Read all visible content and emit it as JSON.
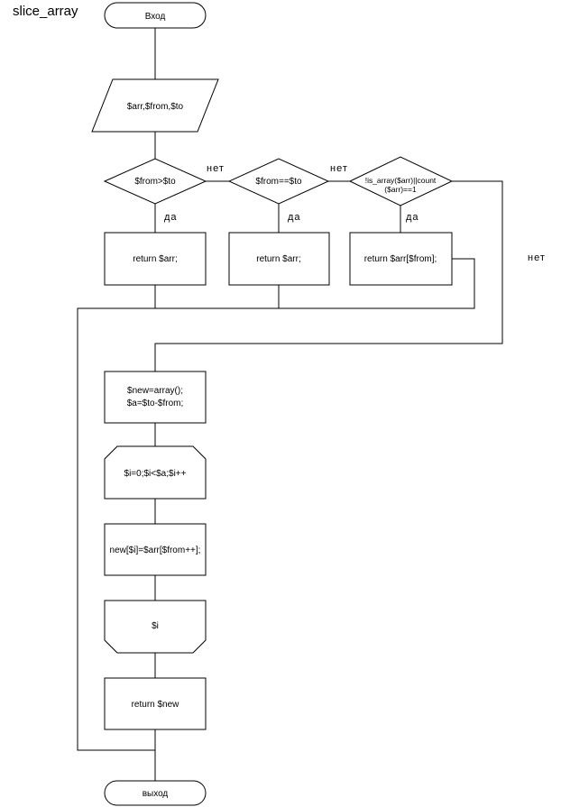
{
  "title": "slice_array",
  "nodes": {
    "start": "Вход",
    "input": "$arr,$from,$to",
    "cond1": "$from>$to",
    "cond2": "$from==$to",
    "cond3_line1": "!is_array($arr)||count",
    "cond3_line2": "($arr)==1",
    "ret1": "return $arr;",
    "ret2": "return $arr;",
    "ret3": "return $arr[$from];",
    "assign_line1": "$new=array();",
    "assign_line2": "$a=$to-$from;",
    "loop_start": "$i=0;$i<$a;$i++",
    "body": "new[$i]=$arr[$from++];",
    "loop_end": "$i",
    "ret_new": "return $new",
    "end": "выход"
  },
  "labels": {
    "no1": "нет",
    "no2": "нет",
    "no3": "нет",
    "yes1": "да",
    "yes2": "да",
    "yes3": "да"
  }
}
